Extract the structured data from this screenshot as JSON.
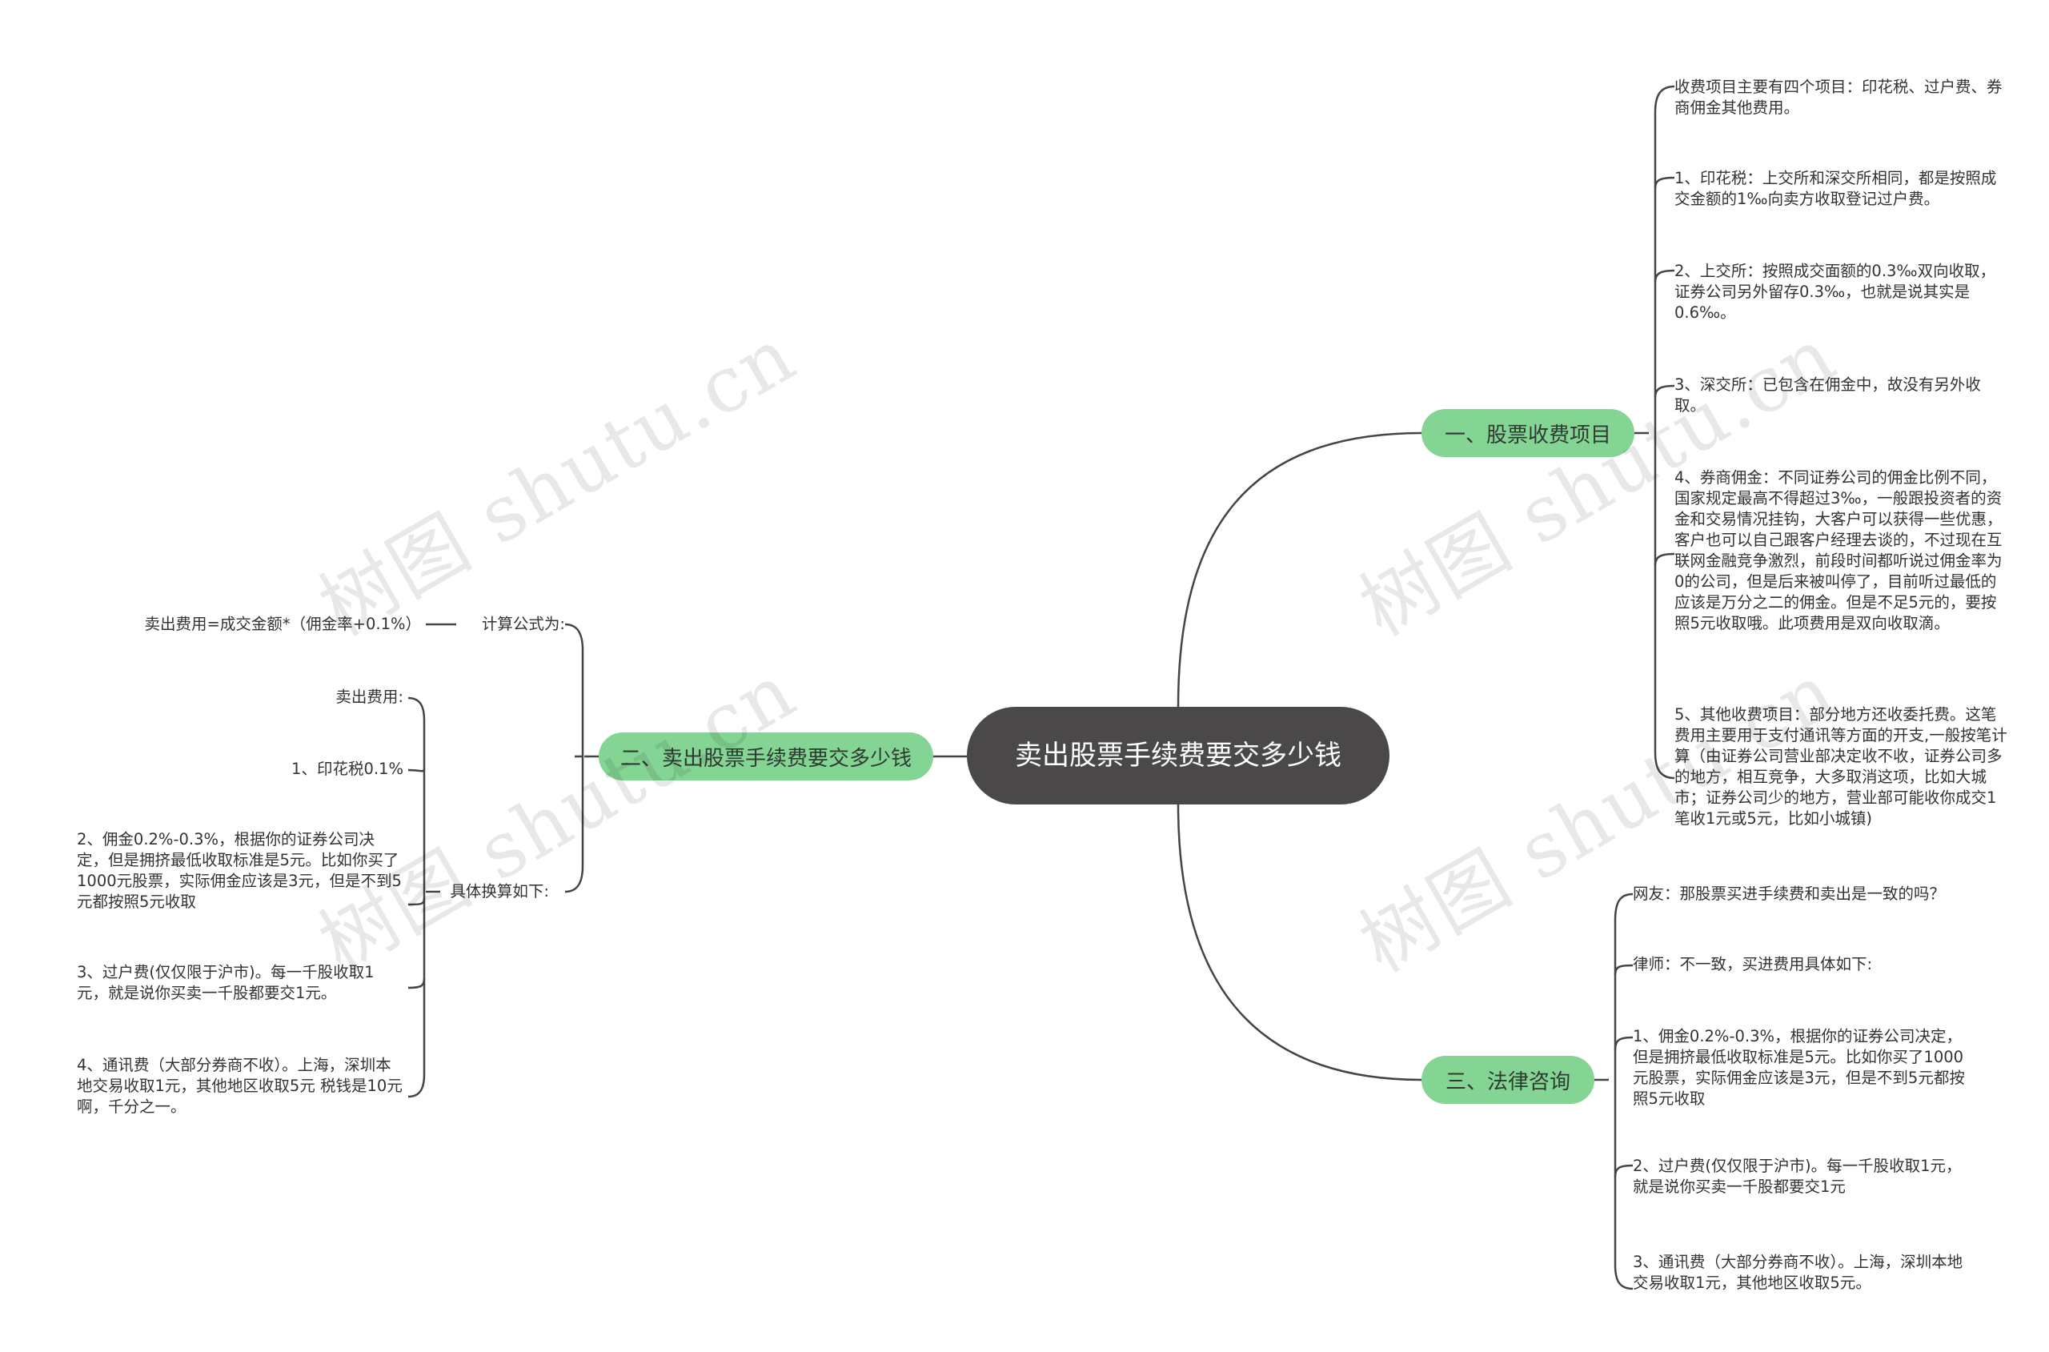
{
  "root": {
    "title": "卖出股票手续费要交多少钱"
  },
  "branches": {
    "b1": {
      "label": "一、股票收费项目",
      "items": [
        "收费项目主要有四个项目：印花税、过户费、券商佣金其他费用。",
        "1、印花税：上交所和深交所相同，都是按照成交金额的1‰向卖方收取登记过户费。",
        "2、上交所：按照成交面额的0.3‰双向收取，证券公司另外留存0.3‰，也就是说其实是0.6‰。",
        "3、深交所：已包含在佣金中，故没有另外收取。",
        "4、券商佣金：不同证券公司的佣金比例不同，国家规定最高不得超过3‰，一般跟投资者的资金和交易情况挂钩，大客户可以获得一些优惠，客户也可以自己跟客户经理去谈的，不过现在互联网金融竞争激烈，前段时间都听说过佣金率为0的公司，但是后来被叫停了，目前听过最低的应该是万分之二的佣金。但是不足5元的，要按照5元收取哦。此项费用是双向收取滴。",
        "5、其他收费项目：部分地方还收委托费。这笔费用主要用于支付通讯等方面的开支,一般按笔计算（由证券公司营业部决定收不收，证券公司多的地方，相互竞争，大多取消这项，比如大城市；证券公司少的地方，营业部可能收你成交1笔收1元或5元，比如小城镇)"
      ]
    },
    "b2": {
      "label": "二、卖出股票手续费要交多少钱",
      "sub1": {
        "label": "计算公式为:",
        "items": [
          "卖出费用=成交金额*（佣金率+0.1%）"
        ]
      },
      "sub2": {
        "label": "具体换算如下:",
        "items": [
          "卖出费用:",
          "1、印花税0.1%",
          "2、佣金0.2%-0.3%，根据你的证券公司决定，但是拥挤最低收取标准是5元。比如你买了1000元股票，实际佣金应该是3元，但是不到5元都按照5元收取",
          "3、过户费(仅仅限于沪市)。每一千股收取1元，就是说你买卖一千股都要交1元。",
          "4、通讯费（大部分券商不收）。上海，深圳本地交易收取1元，其他地区收取5元 税钱是10元啊，千分之一。"
        ]
      }
    },
    "b3": {
      "label": "三、法律咨询",
      "items": [
        "网友：那股票买进手续费和卖出是一致的吗？",
        "律师：不一致，买进费用具体如下:",
        "1、佣金0.2%-0.3%，根据你的证券公司决定，但是拥挤最低收取标准是5元。比如你买了1000元股票，实际佣金应该是3元，但是不到5元都按照5元收取",
        "2、过户费(仅仅限于沪市)。每一千股收取1元，就是说你买卖一千股都要交1元",
        "3、通讯费（大部分券商不收）。上海，深圳本地交易收取1元，其他地区收取5元。"
      ]
    }
  },
  "watermark": {
    "text": "树图 shutu.cn"
  },
  "colors": {
    "root_bg": "#4a4848",
    "branch_bg": "#84d494",
    "line": "#444444",
    "text": "#333333"
  }
}
